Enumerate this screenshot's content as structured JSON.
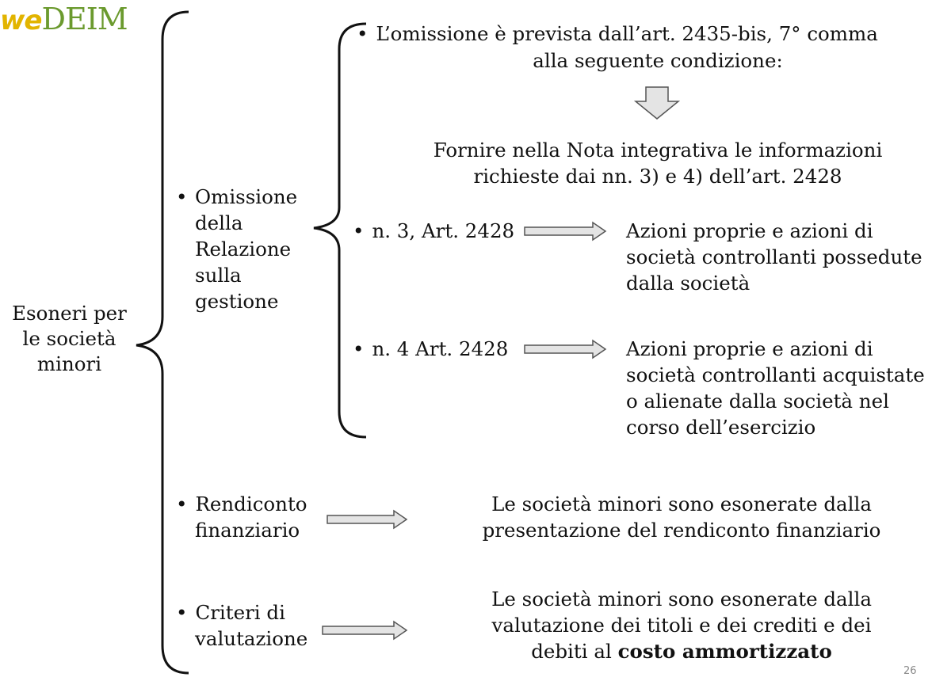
{
  "logo": {
    "part1": "we",
    "part2": "DEIM"
  },
  "root_label": "Esoneri per le società minori",
  "omissione": {
    "label": "Omissione della Relazione sulla gestione",
    "condition_line1": "L’omissione è prevista dall’art. 2435-bis, 7° comma",
    "condition_line2": "alla seguente condizione:",
    "requirement_line1": "Fornire nella Nota integrativa le informazioni",
    "requirement_line2": "richieste dai nn. 3) e 4) dell’art. 2428",
    "n3": {
      "label": "n. 3, Art. 2428",
      "line1": "Azioni proprie e azioni di",
      "line2": "società controllanti possedute",
      "line3": "dalla società"
    },
    "n4": {
      "label": "n. 4 Art. 2428",
      "line1": "Azioni proprie e azioni di",
      "line2": "società controllanti acquistate",
      "line3": "o alienate dalla società nel",
      "line4": "corso dell’esercizio"
    }
  },
  "rendiconto": {
    "label_line1": "Rendiconto",
    "label_line2": "finanziario",
    "desc_line1": "Le società minori sono esonerate dalla",
    "desc_line2": "presentazione del rendiconto finanziario"
  },
  "criteri": {
    "label_line1": "Criteri di",
    "label_line2": "valutazione",
    "desc_line1": "Le società minori sono esonerate dalla",
    "desc_line2": "valutazione dei titoli e dei crediti e dei",
    "desc_line3_prefix": "debiti al ",
    "desc_line3_bold": "costo ammortizzato"
  },
  "page_number": "26",
  "colors": {
    "logo_yellow": "#e2b400",
    "logo_green": "#6b9a2e",
    "arrow_fill": "#e4e4e4",
    "arrow_stroke": "#555555"
  }
}
